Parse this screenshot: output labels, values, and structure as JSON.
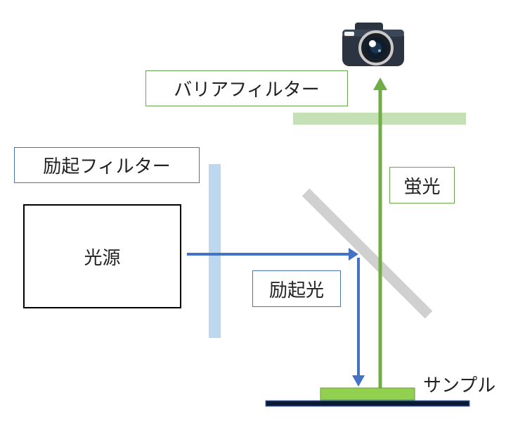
{
  "labels": {
    "light_source": "光源",
    "excitation_filter": "励起フィルター",
    "barrier_filter": "バリアフィルター",
    "excitation_light": "励起光",
    "fluorescence": "蛍光",
    "sample": "サンプル"
  },
  "icons": {
    "camera": "camera-icon"
  },
  "colors": {
    "excitation_light": "#4472c4",
    "fluorescence": "#70ad47",
    "excitation_filter": "#bdd7ee",
    "barrier_filter": "#c5e0b4",
    "dichroic_mirror": "#d0d0d0",
    "sample": "#92d050",
    "stage": "#0b1a33"
  }
}
